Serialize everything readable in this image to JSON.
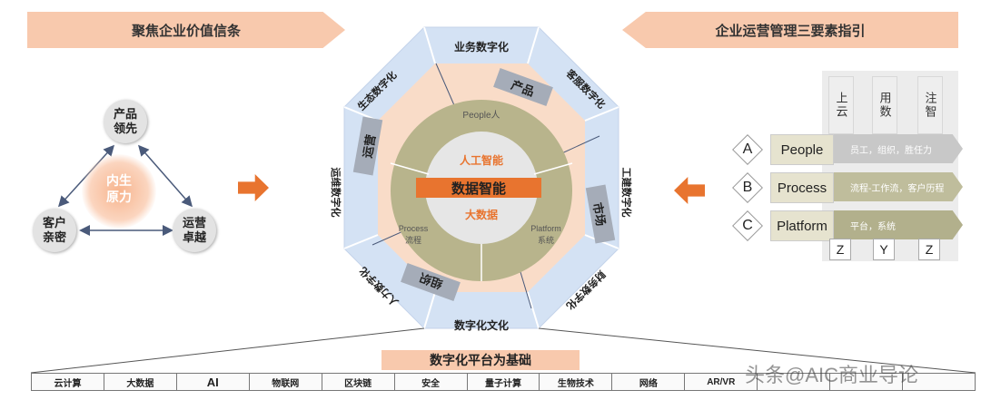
{
  "banners": {
    "left": "聚焦企业价值信条",
    "right": "企业运营管理三要素指引"
  },
  "triangle": {
    "top": "产品\n领先",
    "left": "客户\n亲密",
    "right": "运营\n卓越",
    "center": "内生\n原力"
  },
  "octagon": {
    "sides": [
      {
        "label": "业务数字化"
      },
      {
        "label": "客服数字化"
      },
      {
        "label": "工建数字化"
      },
      {
        "label": "财务数字化"
      },
      {
        "label": "数字化文化"
      },
      {
        "label": "人力数字化"
      },
      {
        "label": "运维数字化"
      },
      {
        "label": "生态数字化"
      }
    ],
    "tags": [
      "产品",
      "市场",
      "组织",
      "运营"
    ],
    "ring": {
      "people": "People人",
      "process_en": "Process",
      "process_cn": "流程",
      "platform_en": "Platform",
      "platform_cn": "系统"
    },
    "core": {
      "ai": "人工智能",
      "data_intel": "数据智能",
      "bigdata": "大数据"
    }
  },
  "right_panel": {
    "columns": [
      "上云",
      "用数",
      "注智"
    ],
    "rows": [
      {
        "badge": "A",
        "label": "People",
        "desc": "员工，组织，胜任力"
      },
      {
        "badge": "B",
        "label": "Process",
        "desc": "流程-工作流，客户历程"
      },
      {
        "badge": "C",
        "label": "Platform",
        "desc": "平台，系统"
      }
    ],
    "bottom": [
      "Z",
      "Y",
      "Z"
    ]
  },
  "base": {
    "label": "数字化平台为基础",
    "items": [
      "云计算",
      "大数据",
      "AI",
      "物联网",
      "区块链",
      "安全",
      "量子计算",
      "生物技术",
      "网络",
      "AR/VR",
      "",
      "",
      ""
    ]
  },
  "watermark": "头条@AIC商业导论",
  "colors": {
    "accent": "#e8742f",
    "banner": "#f8c9ad",
    "octagon": "#d4e2f4",
    "ring": "#b8b48c",
    "inner_peach": "#f9dcc8"
  }
}
